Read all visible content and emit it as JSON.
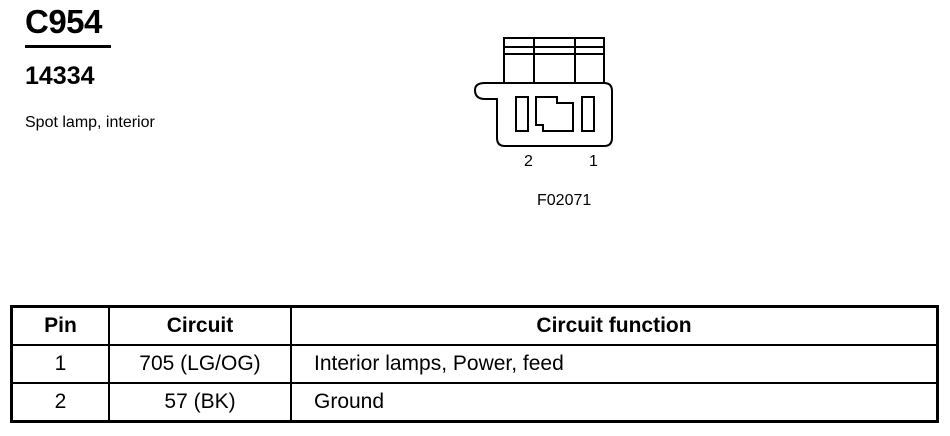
{
  "connector": {
    "id": "C954",
    "part_number": "14334",
    "description": "Spot lamp, interior",
    "figure_code": "F02071",
    "pin_labels": [
      "2",
      "1"
    ]
  },
  "table": {
    "headers": {
      "pin": "Pin",
      "circuit": "Circuit",
      "function": "Circuit function"
    },
    "rows": [
      {
        "pin": "1",
        "circuit": "705 (LG/OG)",
        "function": "Interior lamps, Power, feed"
      },
      {
        "pin": "2",
        "circuit": "57 (BK)",
        "function": "Ground"
      }
    ]
  }
}
